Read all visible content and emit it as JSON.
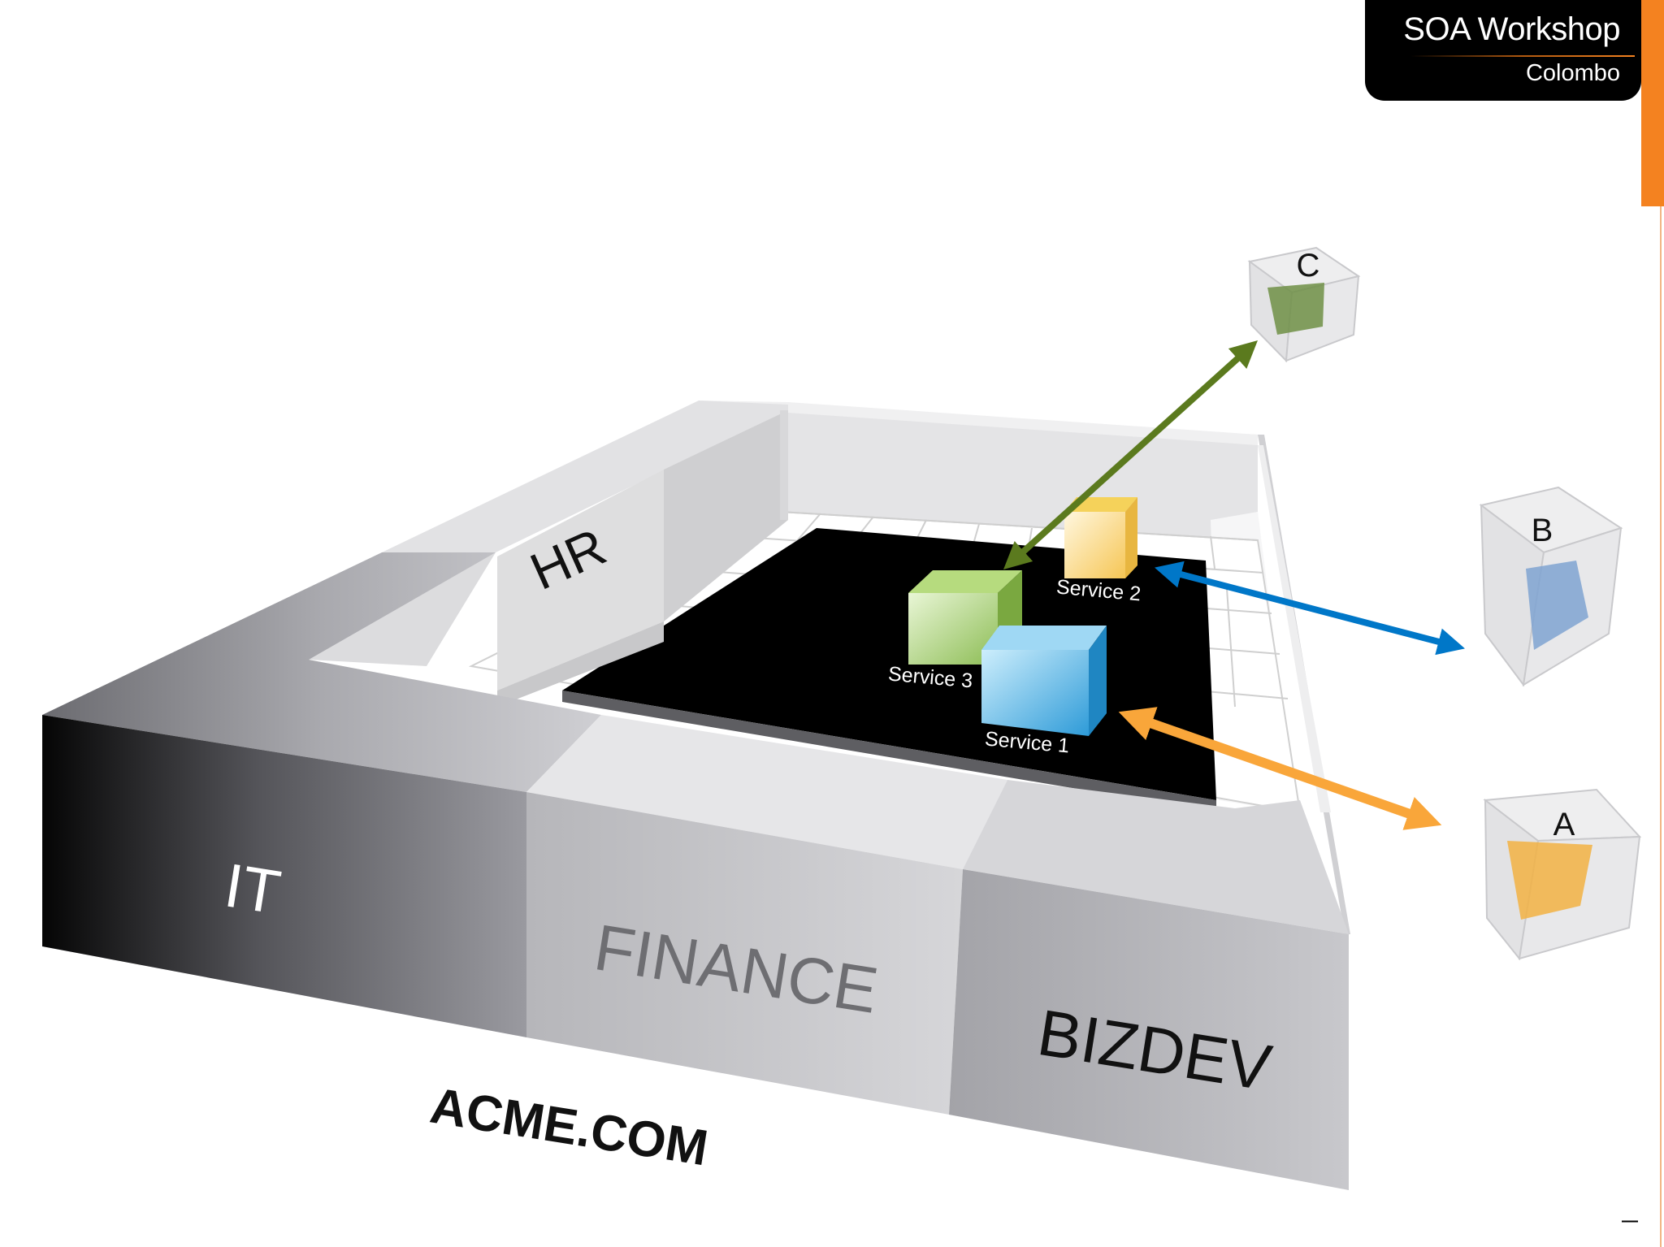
{
  "header": {
    "title": "SOA Workshop",
    "subtitle": "Colombo"
  },
  "departments": {
    "it": "IT",
    "finance": "FINANCE",
    "bizdev": "BIZDEV",
    "hr": "HR"
  },
  "company": "ACME.COM",
  "services": {
    "service1": "Service 1",
    "service2": "Service 2",
    "service3": "Service 3"
  },
  "consumers": {
    "a": "A",
    "b": "B",
    "c": "C"
  },
  "colors": {
    "accent": "#f48220",
    "arrow_c": "#5b7a1e",
    "arrow_b": "#0077c8",
    "arrow_a": "#f9a63a",
    "service1": "#41a9e0",
    "service2": "#f8c43a",
    "service3": "#8fc24f"
  },
  "page_number": "—"
}
